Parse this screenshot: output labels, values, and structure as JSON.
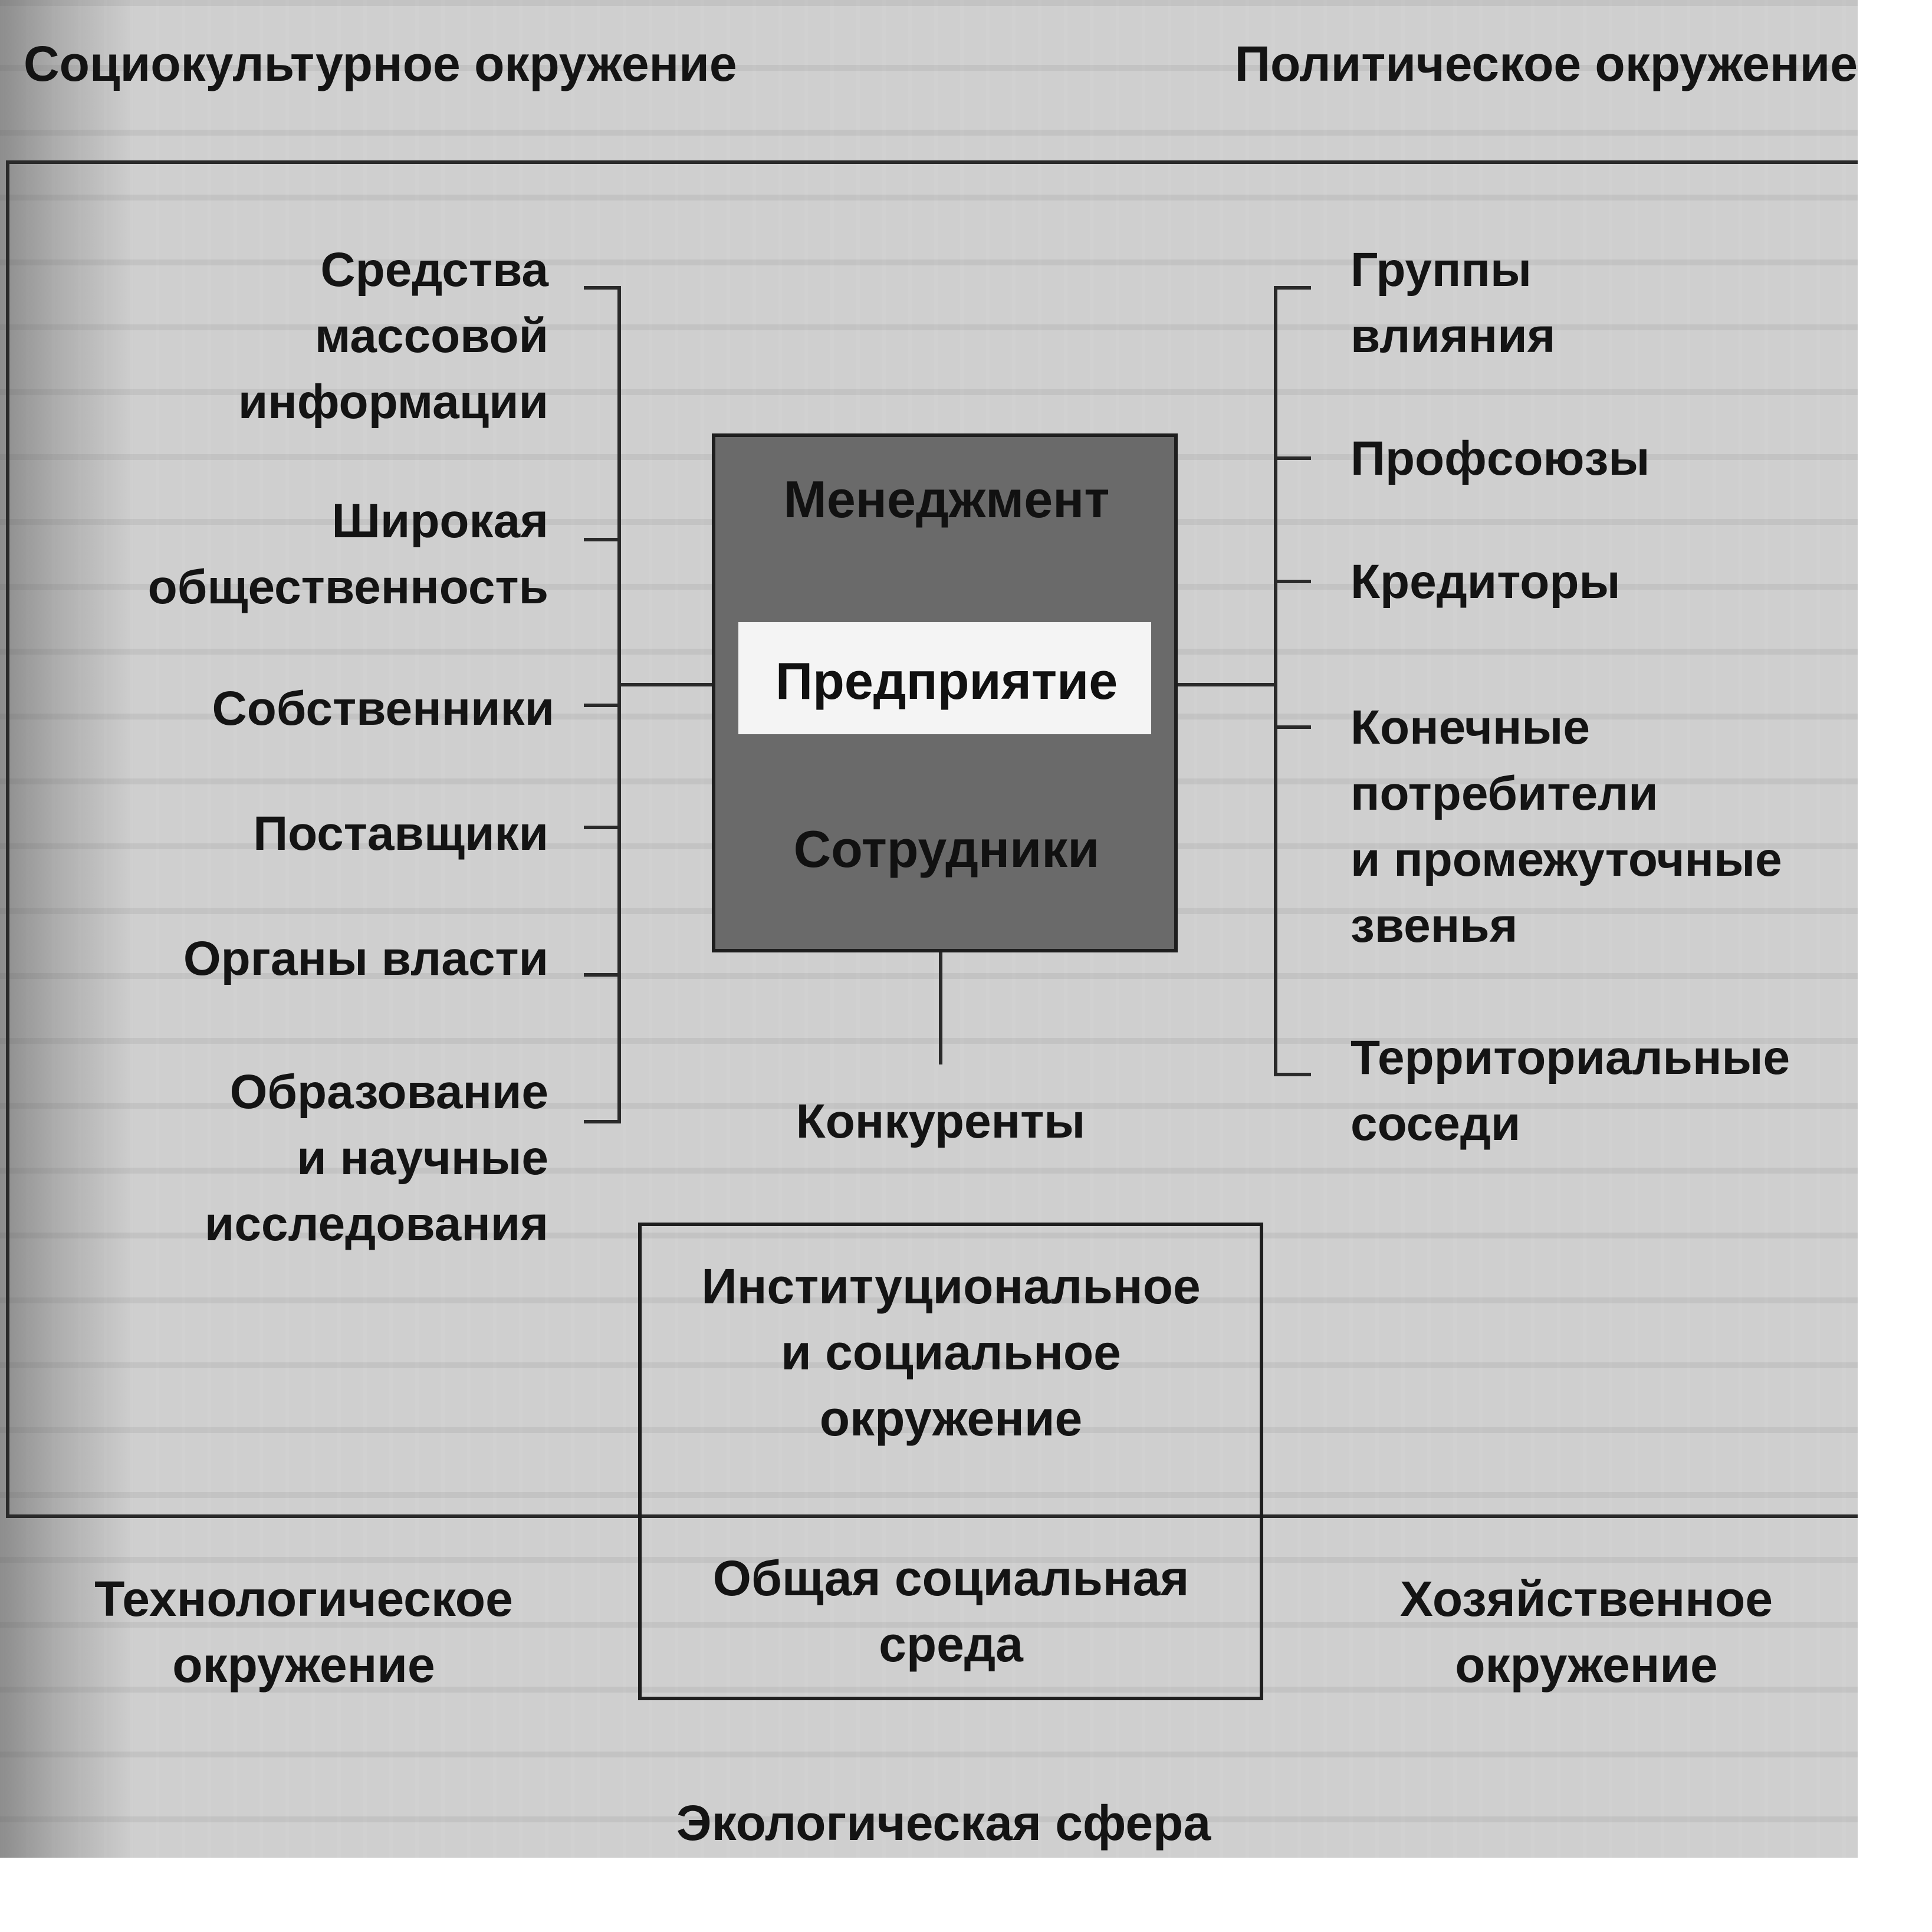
{
  "outer_labels": {
    "sociocultural": "Социокультурное окружение",
    "political": "Политическое окружение",
    "technological": "Технологическое\nокружение",
    "economic": "Хозяйственное\nокружение",
    "ecological": "Экологическая сфера"
  },
  "left_stakeholders": [
    "Средства\nмассовой\nинформации",
    "Широкая\nобщественность",
    "Собственники",
    "Поставщики",
    "Органы власти",
    "Образование\nи научные\nисследования"
  ],
  "right_stakeholders": [
    "Группы\nвлияния",
    "Профсоюзы",
    "Кредиторы",
    "Конечные\nпотребители\n и промежуточные\nзвенья",
    "Территориальные\nсоседи"
  ],
  "bottom_stakeholder": "Конкуренты",
  "core": {
    "management": "Менеджмент",
    "enterprise": "Предприятие",
    "employees": "Сотрудники"
  },
  "institutional_box": {
    "institutional": "Институциональное\nи социальное\nокружение",
    "general_social": "Общая социальная\nсреда"
  }
}
